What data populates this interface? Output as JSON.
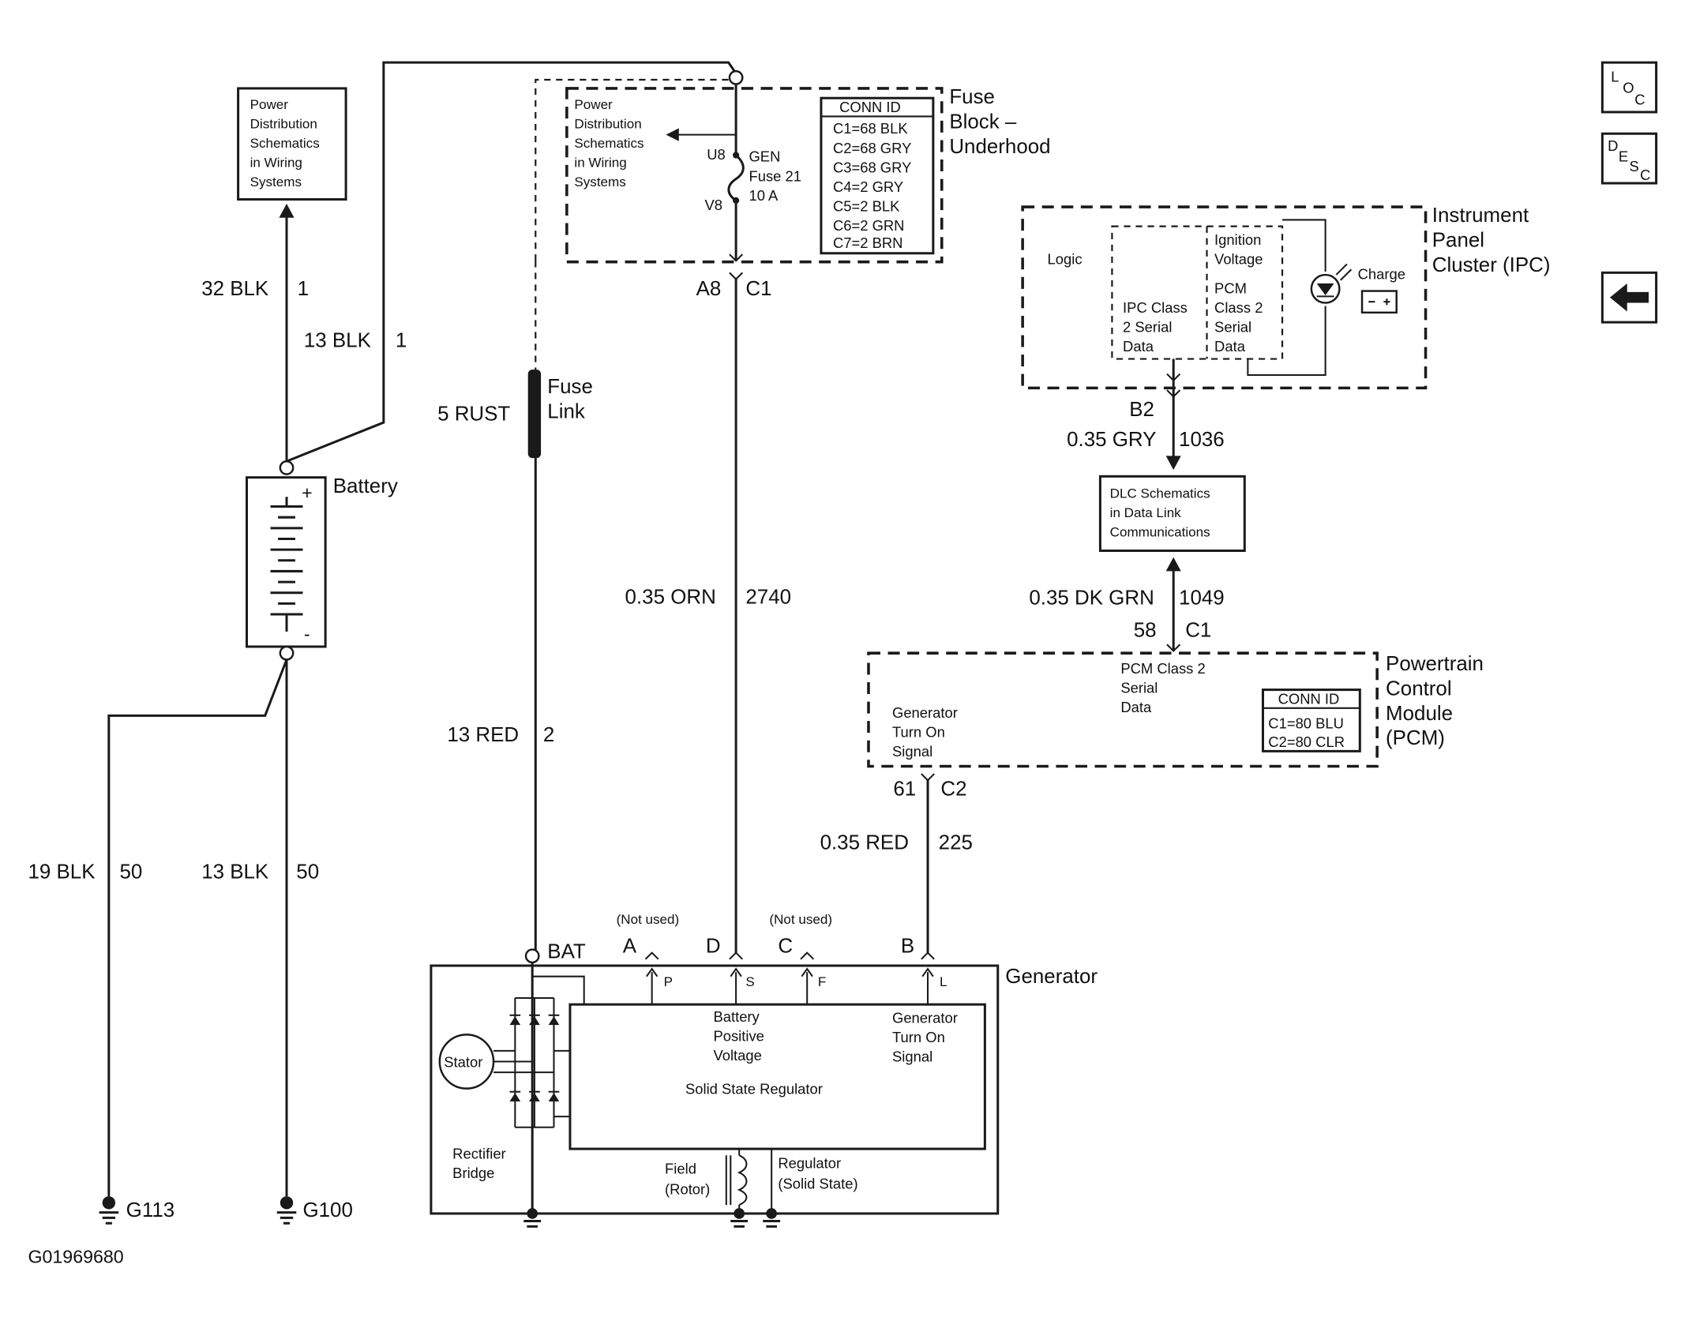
{
  "figure_id": "G01969680",
  "side_buttons": {
    "loc": {
      "l1": "L",
      "l2": "O",
      "l3": "C"
    },
    "desc": {
      "l1": "D",
      "l2": "E",
      "l3": "S",
      "l4": "C"
    }
  },
  "power_distribution_left": [
    "Power",
    "Distribution",
    "Schematics",
    "in Wiring",
    "Systems"
  ],
  "power_distribution_fuse": [
    "Power",
    "Distribution",
    "Schematics",
    "in Wiring",
    "Systems"
  ],
  "wires": {
    "w32blk": {
      "color": "32 BLK",
      "circuit": "1"
    },
    "w13blk_top": {
      "color": "13 BLK",
      "circuit": "1"
    },
    "w5rust": {
      "color": "5 RUST"
    },
    "w19blk": {
      "color": "19 BLK",
      "circuit": "50"
    },
    "w13blk_g100": {
      "color": "13 BLK",
      "circuit": "50"
    },
    "w13red": {
      "color": "13 RED",
      "circuit": "2"
    },
    "w035orn": {
      "color": "0.35 ORN",
      "circuit": "2740"
    },
    "w035gry": {
      "color": "0.35 GRY",
      "circuit": "1036"
    },
    "w035dkgrn": {
      "color": "0.35 DK GRN",
      "circuit": "1049"
    },
    "w035red": {
      "color": "0.35 RED",
      "circuit": "225"
    }
  },
  "battery": {
    "label": "Battery",
    "plus": "+",
    "minus": "-"
  },
  "fuse_link": {
    "l1": "Fuse",
    "l2": "Link"
  },
  "fuse_block": {
    "title": [
      "Fuse",
      "Block –",
      "Underhood"
    ],
    "fuse": {
      "top_pin": "U8",
      "bottom_pin": "V8",
      "l1": "GEN",
      "l2": "Fuse 21",
      "l3": "10 A"
    },
    "conn_id": {
      "header": "CONN ID",
      "rows": [
        "C1=68 BLK",
        "C2=68 GRY",
        "C3=68 GRY",
        "C4=2 GRY",
        "C5=2 BLK",
        "C6=2 GRN",
        "C7=2 BRN"
      ]
    },
    "out_pin": "A8",
    "out_conn": "C1"
  },
  "ipc": {
    "title": [
      "Instrument",
      "Panel",
      "Cluster (IPC)"
    ],
    "logic": "Logic",
    "ignition": [
      "Ignition",
      "Voltage"
    ],
    "ipc_class2": [
      "IPC Class",
      "2 Serial",
      "Data"
    ],
    "pcm_class2": [
      "PCM",
      "Class 2",
      "Serial",
      "Data"
    ],
    "charge": "Charge",
    "pin": "B2"
  },
  "dlc": [
    "DLC Schematics",
    "in Data Link",
    "Communications"
  ],
  "pcm": {
    "title": [
      "Powertrain",
      "Control",
      "Module",
      "(PCM)"
    ],
    "serial": [
      "PCM Class 2",
      "Serial",
      "Data"
    ],
    "gen_turn_on": [
      "Generator",
      "Turn On",
      "Signal"
    ],
    "conn_id": {
      "header": "CONN ID",
      "rows": [
        "C1=80 BLU",
        "C2=80 CLR"
      ]
    },
    "pin_top": "58",
    "conn_top": "C1",
    "pin_bottom": "61",
    "conn_bottom": "C2"
  },
  "generator": {
    "title": "Generator",
    "bat": "BAT",
    "terminals": {
      "a": {
        "letter": "A",
        "pin": "P",
        "note": "(Not used)"
      },
      "d": {
        "letter": "D",
        "pin": "S"
      },
      "c": {
        "letter": "C",
        "pin": "F",
        "note": "(Not used)"
      },
      "b": {
        "letter": "B",
        "pin": "L"
      }
    },
    "batt_pos": [
      "Battery",
      "Positive",
      "Voltage"
    ],
    "gen_turn_on": [
      "Generator",
      "Turn On",
      "Signal"
    ],
    "regulator": "Solid State Regulator",
    "stator": "Stator",
    "rectifier": [
      "Rectifier",
      "Bridge"
    ],
    "field": [
      "Field",
      "(Rotor)"
    ],
    "regulator_gnd": [
      "Regulator",
      "(Solid State)"
    ]
  },
  "grounds": {
    "g113": "G113",
    "g100": "G100"
  }
}
